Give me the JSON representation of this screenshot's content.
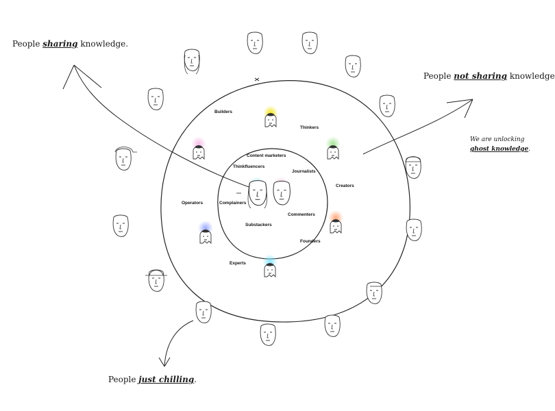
{
  "captions": {
    "sharing": {
      "prefix": "People ",
      "emphasis": "sharing",
      "suffix": " knowledge."
    },
    "not_sharing": {
      "prefix": "People ",
      "emphasis": "not sharing",
      "suffix": " knowledge."
    },
    "chilling": {
      "prefix": "People ",
      "emphasis": "just chilling",
      "suffix": "."
    }
  },
  "note": {
    "line1": "We are unlocking",
    "line2": "ghost knowledge",
    "line2_suffix": "."
  },
  "outer_labels": [
    "Builders",
    "Thinkers",
    "Creators",
    "Operators",
    "Founders",
    "Experts"
  ],
  "inner_labels": [
    "Content marketers",
    "Thinkfluencers",
    "Journalists",
    "Complainers",
    "Commenters",
    "Substackers"
  ],
  "ghost_glows": [
    "#f2e200",
    "#f7b6e6",
    "#9be08a",
    "#8fa0ff",
    "#ff9e6a",
    "#7fe4ff"
  ],
  "inner_face_glows": [
    "#8ee6ef",
    "#f2b6d6"
  ]
}
